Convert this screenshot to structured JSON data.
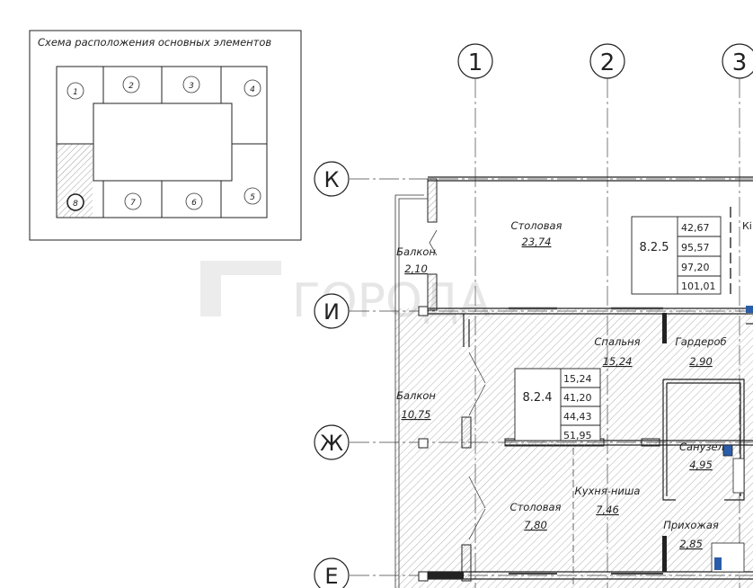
{
  "watermark": "ГОРОДА",
  "key_plan": {
    "title": "Схема расположения основных элементов",
    "sections": [
      "1",
      "2",
      "3",
      "4",
      "5",
      "6",
      "7",
      "8"
    ],
    "highlighted_section": "8"
  },
  "axes": {
    "columns": [
      "1",
      "2",
      "3"
    ],
    "rows": [
      "К",
      "И",
      "Ж",
      "Е"
    ]
  },
  "apartments": [
    {
      "id": "8.2.5",
      "areas": [
        "42,67",
        "95,57",
        "97,20",
        "101,01"
      ]
    },
    {
      "id": "8.2.4",
      "areas": [
        "15,24",
        "41,20",
        "44,43",
        "51,95"
      ]
    }
  ],
  "rooms": [
    {
      "name": "Столовая",
      "area": "23,74"
    },
    {
      "name": "Балкон",
      "area": "2,10"
    },
    {
      "name": "Спальня",
      "area": "15,24"
    },
    {
      "name": "Гардероб",
      "area": "2,90"
    },
    {
      "name": "Балкон",
      "area": "10,75"
    },
    {
      "name": "Санузел",
      "area": "4,95"
    },
    {
      "name": "Кухня-ниша",
      "area": "7,46"
    },
    {
      "name": "Столовая",
      "area": "7,80"
    },
    {
      "name": "Прихожая",
      "area": "2,85"
    }
  ],
  "edge_text": "Кі"
}
